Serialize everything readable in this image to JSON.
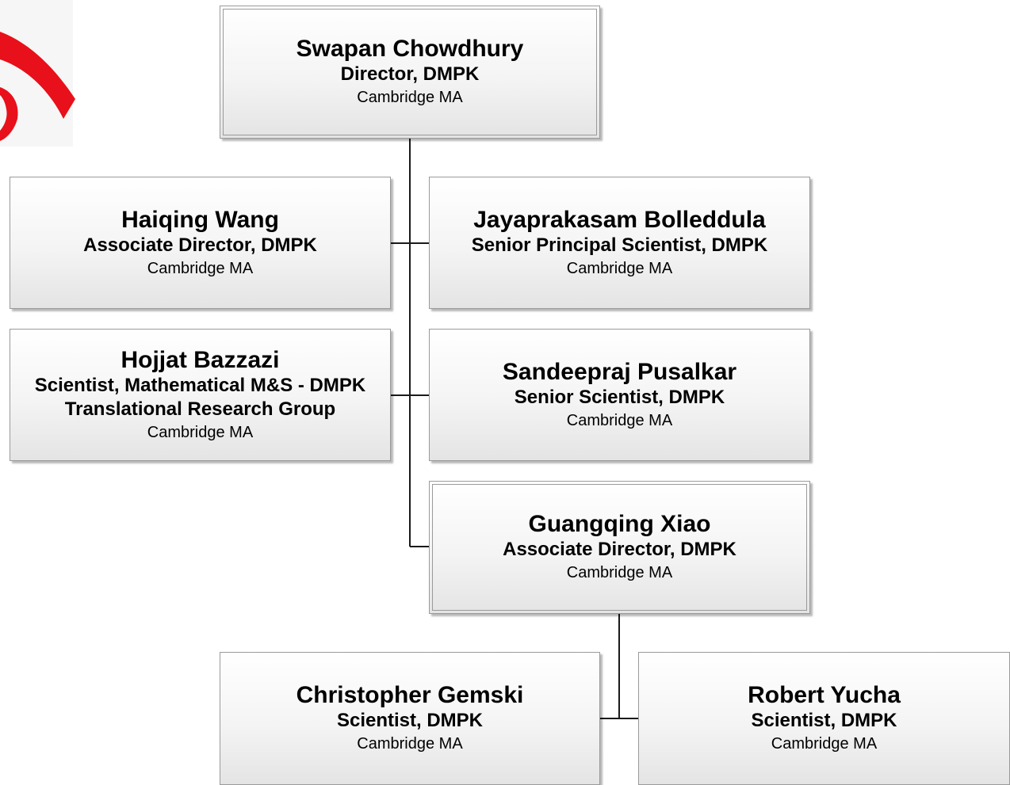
{
  "nodes": {
    "director": {
      "name": "Swapan Chowdhury",
      "titles": [
        "Director, DMPK"
      ],
      "location": "Cambridge MA"
    },
    "haiqing": {
      "name": "Haiqing Wang",
      "titles": [
        "Associate Director, DMPK"
      ],
      "location": "Cambridge MA"
    },
    "jayaprakasam": {
      "name": "Jayaprakasam Bolleddula",
      "titles": [
        "Senior Principal Scientist, DMPK"
      ],
      "location": "Cambridge MA"
    },
    "hojjat": {
      "name": "Hojjat Bazzazi",
      "titles": [
        "Scientist, Mathematical M&S - DMPK",
        "Translational Research Group"
      ],
      "location": "Cambridge MA"
    },
    "sandeepraj": {
      "name": "Sandeepraj Pusalkar",
      "titles": [
        "Senior Scientist, DMPK"
      ],
      "location": "Cambridge MA"
    },
    "guangqing": {
      "name": "Guangqing Xiao",
      "titles": [
        "Associate Director, DMPK"
      ],
      "location": "Cambridge MA"
    },
    "christopher": {
      "name": "Christopher Gemski",
      "titles": [
        "Scientist, DMPK"
      ],
      "location": "Cambridge MA"
    },
    "robert": {
      "name": "Robert Yucha",
      "titles": [
        "Scientist, DMPK"
      ],
      "location": "Cambridge MA"
    }
  },
  "colors": {
    "logo_red": "#e8101a",
    "connector": "#1a1a1a",
    "box_border": "#9a9a9a"
  },
  "logo": {
    "icon": "red-swoosh-logo-fragment"
  }
}
